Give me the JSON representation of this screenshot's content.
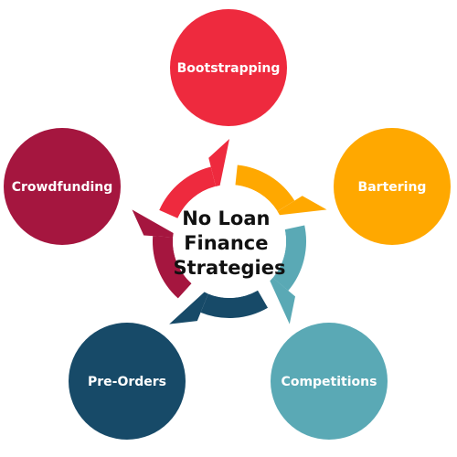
{
  "center": {
    "lines": [
      "No Loan",
      "Finance",
      "Strategies"
    ]
  },
  "nodes": [
    {
      "key": "bootstrapping",
      "label": "Bootstrapping",
      "color": "#ee2a3e"
    },
    {
      "key": "bartering",
      "label": "Bartering",
      "color": "#ffa800"
    },
    {
      "key": "competitions",
      "label": "Competitions",
      "color": "#5aa9b5"
    },
    {
      "key": "pre-orders",
      "label": "Pre-Orders",
      "color": "#174a68"
    },
    {
      "key": "crowdfunding",
      "label": "Crowdfunding",
      "color": "#a5163f"
    }
  ]
}
